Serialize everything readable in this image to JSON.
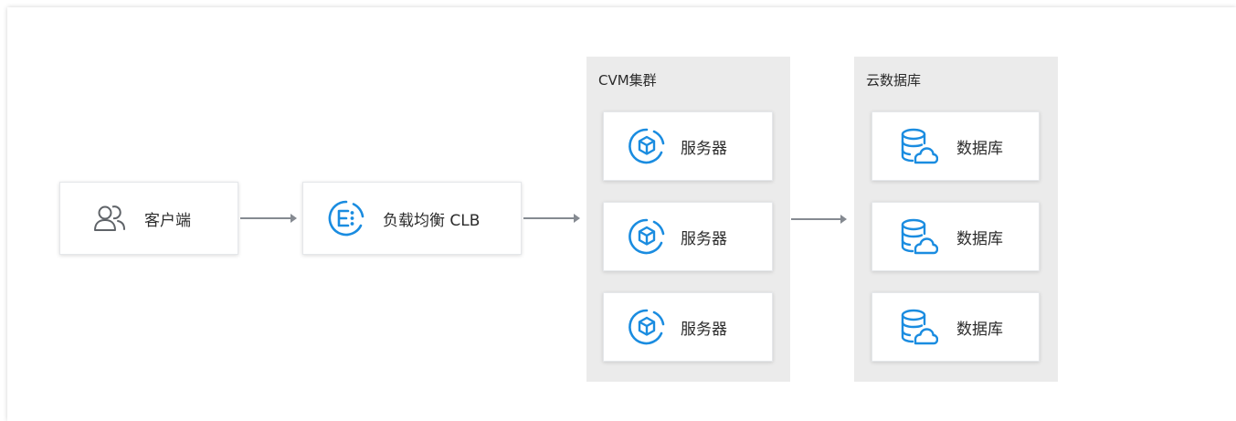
{
  "colors": {
    "accent_blue": "#1a8ce0",
    "icon_gray": "#5f6368",
    "arrow_gray": "#858a91",
    "group_bg": "#ebebeb"
  },
  "client": {
    "label": "客户端",
    "icon": "users-icon"
  },
  "load_balancer": {
    "label": "负载均衡 CLB",
    "icon": "clb-icon"
  },
  "cvm_cluster": {
    "title": "CVM集群",
    "nodes": [
      {
        "label": "服务器",
        "icon": "server-icon"
      },
      {
        "label": "服务器",
        "icon": "server-icon"
      },
      {
        "label": "服务器",
        "icon": "server-icon"
      }
    ]
  },
  "cloud_db": {
    "title": "云数据库",
    "nodes": [
      {
        "label": "数据库",
        "icon": "database-cloud-icon"
      },
      {
        "label": "数据库",
        "icon": "database-cloud-icon"
      },
      {
        "label": "数据库",
        "icon": "database-cloud-icon"
      }
    ]
  }
}
